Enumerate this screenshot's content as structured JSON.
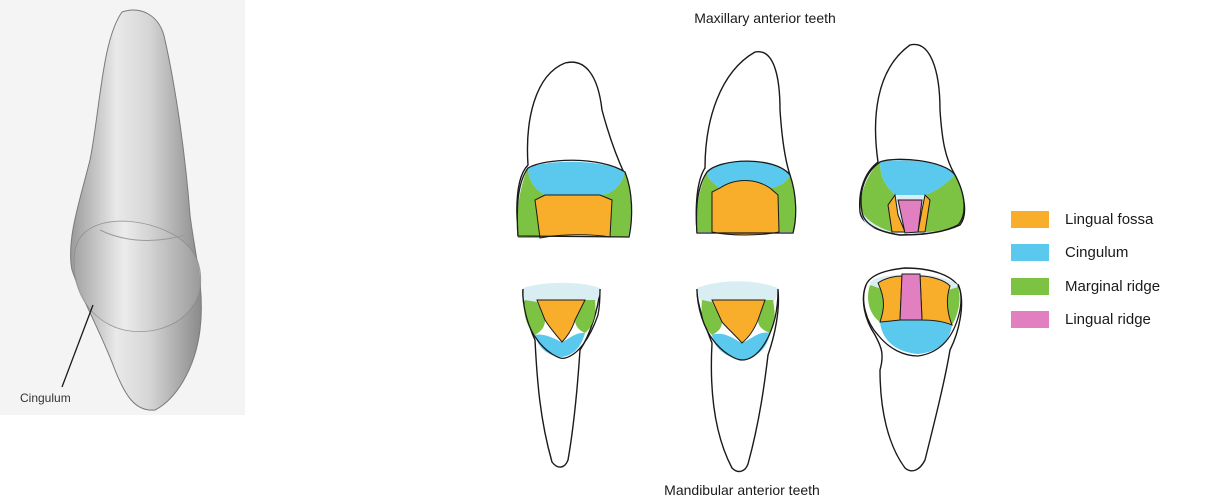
{
  "photo": {
    "callout_label": "Cingulum"
  },
  "diagram": {
    "top_title": "Maxillary anterior teeth",
    "bottom_title": "Mandibular anterior teeth"
  },
  "legend": {
    "items": [
      {
        "label": "Lingual fossa",
        "color": "#f8ad2b"
      },
      {
        "label": "Cingulum",
        "color": "#5bc8ee"
      },
      {
        "label": "Marginal ridge",
        "color": "#7cc243"
      },
      {
        "label": "Lingual ridge",
        "color": "#e27fc1"
      }
    ]
  },
  "colors": {
    "incisal_area": "#d9eef3"
  }
}
